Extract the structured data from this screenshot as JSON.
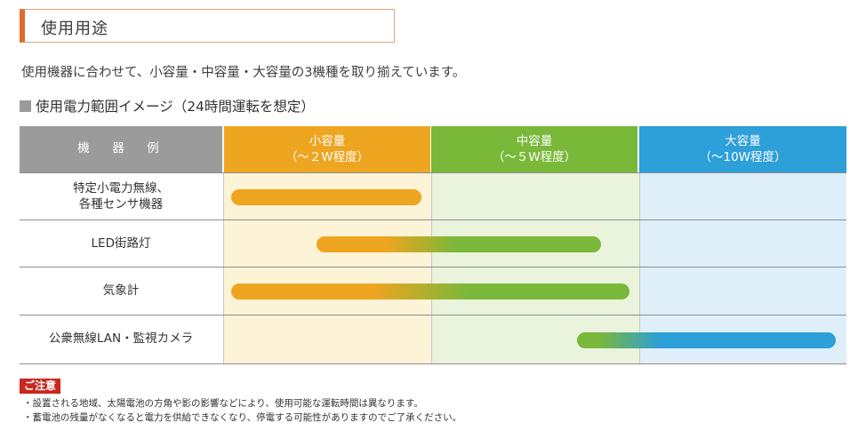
{
  "title": "使用用途",
  "intro": "使用機器に合わせて、小容量・中容量・大容量の3機種を取り揃えています。",
  "subhead": "使用電力範囲イメージ（24時間運転を想定）",
  "table": {
    "header_device": "機　器　例",
    "capacities": [
      {
        "name": "小容量",
        "range": "（～２W程度）",
        "color": "#eea520"
      },
      {
        "name": "中容量",
        "range": "（～５W程度）",
        "color": "#7ab83a"
      },
      {
        "name": "大容量",
        "range": "（～10W程度）",
        "color": "#2d9fd9"
      }
    ],
    "rows": [
      {
        "label_line1": "特定小電力無線、",
        "label_line2": "各種センサ機器",
        "range_min_w": 0,
        "range_max_w": 2
      },
      {
        "label_line1": "LED街路灯",
        "label_line2": "",
        "range_min_w": 1,
        "range_max_w": 5
      },
      {
        "label_line1": "気象計",
        "label_line2": "",
        "range_min_w": 0,
        "range_max_w": 5
      },
      {
        "label_line1": "公衆無線LAN・監視カメラ",
        "label_line2": "",
        "range_min_w": 4,
        "range_max_w": 10
      }
    ]
  },
  "notes": {
    "tag": "ご注意",
    "items": [
      "・設置される地域、太陽電池の方角や影の影響などにより、使用可能な運転時間は異なります。",
      "・蓄電池の残量がなくなると電力を供給できなくなり、停電する可能性がありますのでご了承ください。"
    ]
  }
}
